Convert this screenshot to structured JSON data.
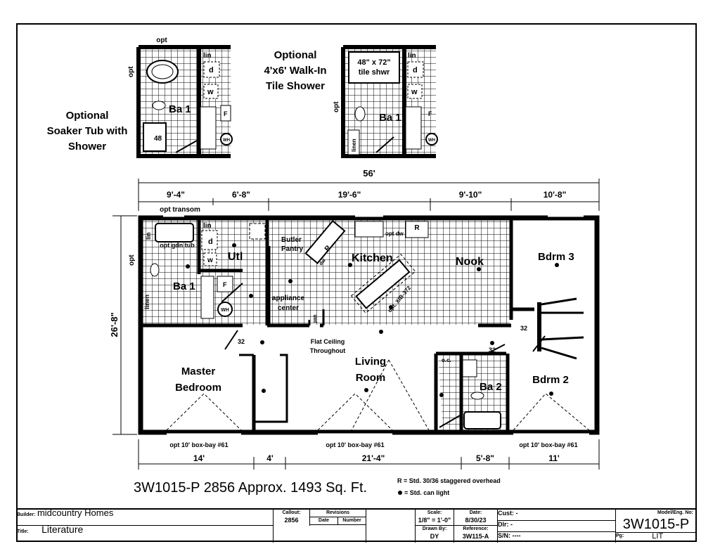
{
  "insets": {
    "soaker": {
      "title_lines": [
        "Optional",
        "Soaker Tub with",
        "Shower"
      ],
      "opt_top": "opt",
      "opt_side": "opt",
      "bath": "Ba 1",
      "shower_size": "48",
      "lin": "lin",
      "dryer": "d",
      "washer": "w",
      "furnace": "F",
      "water_heater": "WH"
    },
    "walkin": {
      "title_lines": [
        "Optional",
        "4'x6' Walk-In",
        "Tile Shower"
      ],
      "shower_label_lines": [
        "48\" x 72\"",
        "tile shwr"
      ],
      "opt_side": "opt",
      "bath": "Ba 1",
      "linen": "linen",
      "lin": "lin",
      "dryer": "d",
      "washer": "w",
      "furnace": "F",
      "water_heater": "WH"
    }
  },
  "dimensions": {
    "overall_width": "56'",
    "overall_depth": "26'-8\"",
    "top": [
      "9'-4\"",
      "6'-8\"",
      "19'-6\"",
      "9'-10\"",
      "10'-8\""
    ],
    "bottom": [
      "14'",
      "4'",
      "21'-4\"",
      "5'-8\"",
      "11'"
    ]
  },
  "rooms": {
    "bath1": "Ba 1",
    "utility": "Utl",
    "butler_pantry_lines": [
      "Butler",
      "Pantry"
    ],
    "kitchen": "Kitchen",
    "nook": "Nook",
    "bedroom3": "Bdrm 3",
    "bedroom2": "Bdrm 2",
    "bath2": "Ba 2",
    "living_lines": [
      "Living",
      "Room"
    ],
    "master_lines": [
      "Master",
      "Bedroom"
    ],
    "appliance_center_lines": [
      "appliance",
      "center"
    ]
  },
  "annotations": {
    "opt_transom": "opt transom",
    "opt_gdn_tub": "opt gdn tub",
    "lin": "lin",
    "linen": "linen",
    "opt_side": "opt",
    "dryer": "d",
    "washer": "w",
    "furnace": "F",
    "water_heater": "WH",
    "refrigerator": "R",
    "range": "R",
    "dishwasher": "dw",
    "opt_dw": "opt dw",
    "pan": "pan",
    "island": "opt. XIB-372",
    "ceiling_lines": [
      "Flat Ceiling",
      "Throughout"
    ],
    "door_32_a": "32",
    "door_32_b": "32",
    "door_32_c": "32",
    "wc": "o.c.",
    "box_bay": [
      "opt 10' box-bay #61",
      "opt 10' box-bay #61",
      "opt 10' box-bay #61"
    ]
  },
  "model_title": "3W1015-P 2856 Approx. 1493 Sq. Ft.",
  "legend": {
    "overhead": "R = Std. 30/36 staggered overhead",
    "can_light": "= Std. can light"
  },
  "title_block": {
    "builder_label": "Builder:",
    "builder": "midcountry Homes",
    "title_label": "Title:",
    "title": "Literature",
    "callout_label": "Callout:",
    "callout": "2856",
    "revisions_label": "Revisions",
    "date_col": "Date",
    "number_col": "Number",
    "scale_label": "Scale:",
    "scale": "1/8\" = 1'-0\"",
    "date_label": "Date:",
    "date": "8/30/23",
    "drawn_by_label": "Drawn By:",
    "drawn_by": "DY",
    "reference_label": "Reference:",
    "reference": "3W115-A",
    "cust": "Cust: -",
    "dlr": "Dlr: -",
    "sn": "S/N: ----",
    "model_label": "Model/Eng. No:",
    "model": "3W1015-P",
    "pg_label": "Pg:",
    "pg": "LIT"
  }
}
